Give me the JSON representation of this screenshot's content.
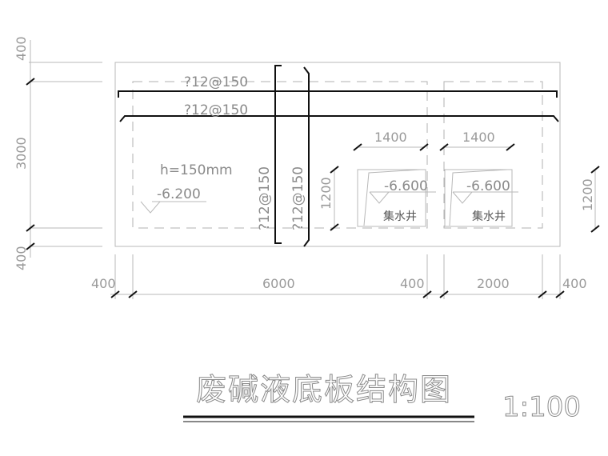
{
  "drawing": {
    "title": "废碱液底板结构图",
    "scale": "1:100",
    "rebar_top_1": "?12@150",
    "rebar_top_2": "?12@150",
    "rebar_vert_1": "?12@150",
    "rebar_vert_2": "?12@150",
    "thickness": "h=150mm",
    "elev_slab": "-6.200",
    "sump_1": {
      "width": "1400",
      "height": "1200",
      "elev": "-6.600",
      "name": "集水井"
    },
    "sump_2": {
      "width": "1400",
      "elev": "-6.600",
      "name": "集水井"
    },
    "right_height": "1200",
    "dims_left": {
      "top": "400",
      "middle": "3000",
      "bottom": "400"
    },
    "dims_bottom": {
      "d1": "400",
      "d2": "6000",
      "d3": "400",
      "d4": "2000",
      "d5": "400"
    }
  }
}
